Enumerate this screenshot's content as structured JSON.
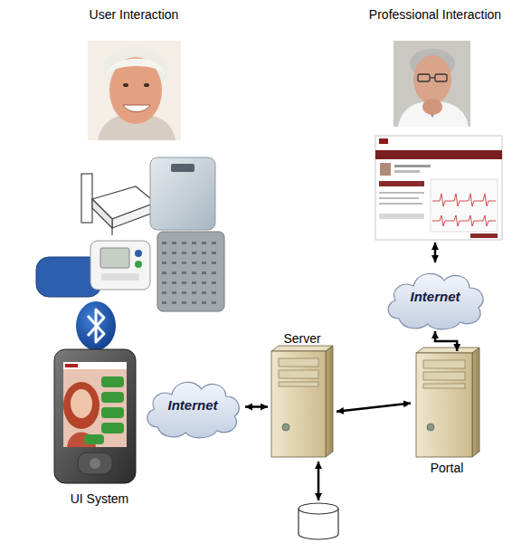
{
  "diagram": {
    "nodes": [
      {
        "text": [
          "User Interaction"
        ]
      },
      {
        "text": [
          "Professional Interaction"
        ]
      },
      {
        "text": [
          "Internet"
        ]
      },
      {
        "text": [
          "Server"
        ]
      },
      {
        "text": [
          "Internet"
        ]
      },
      {
        "text": [
          "Portal"
        ]
      },
      {
        "text": [
          "UI System"
        ]
      }
    ],
    "edges": [
      {
        "from": 1,
        "to": 2,
        "arrow": "both"
      },
      {
        "from": 2,
        "to": 5,
        "arrow": "both"
      },
      {
        "from": 4,
        "to": 3,
        "arrow": "both"
      },
      {
        "from": 3,
        "to": 5,
        "arrow": "both"
      }
    ]
  }
}
